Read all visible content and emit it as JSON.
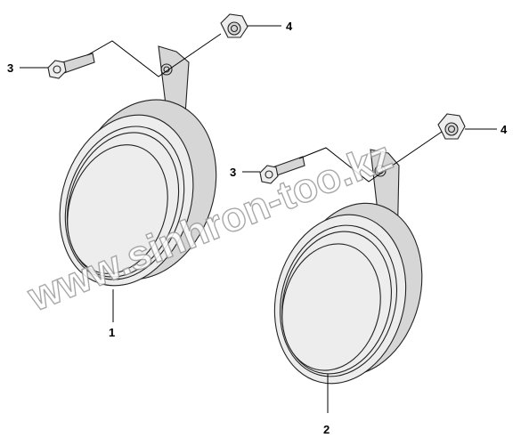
{
  "callouts": [
    {
      "id": "1"
    },
    {
      "id": "2"
    },
    {
      "id": "3a",
      "text": "3"
    },
    {
      "id": "4a",
      "text": "4"
    },
    {
      "id": "3b",
      "text": "3"
    },
    {
      "id": "4b",
      "text": "4"
    }
  ],
  "labels": {
    "c1": "1",
    "c2": "2",
    "c3a": "3",
    "c4a": "4",
    "c3b": "3",
    "c4b": "4"
  },
  "watermark": "www.sinhron-too.kz"
}
